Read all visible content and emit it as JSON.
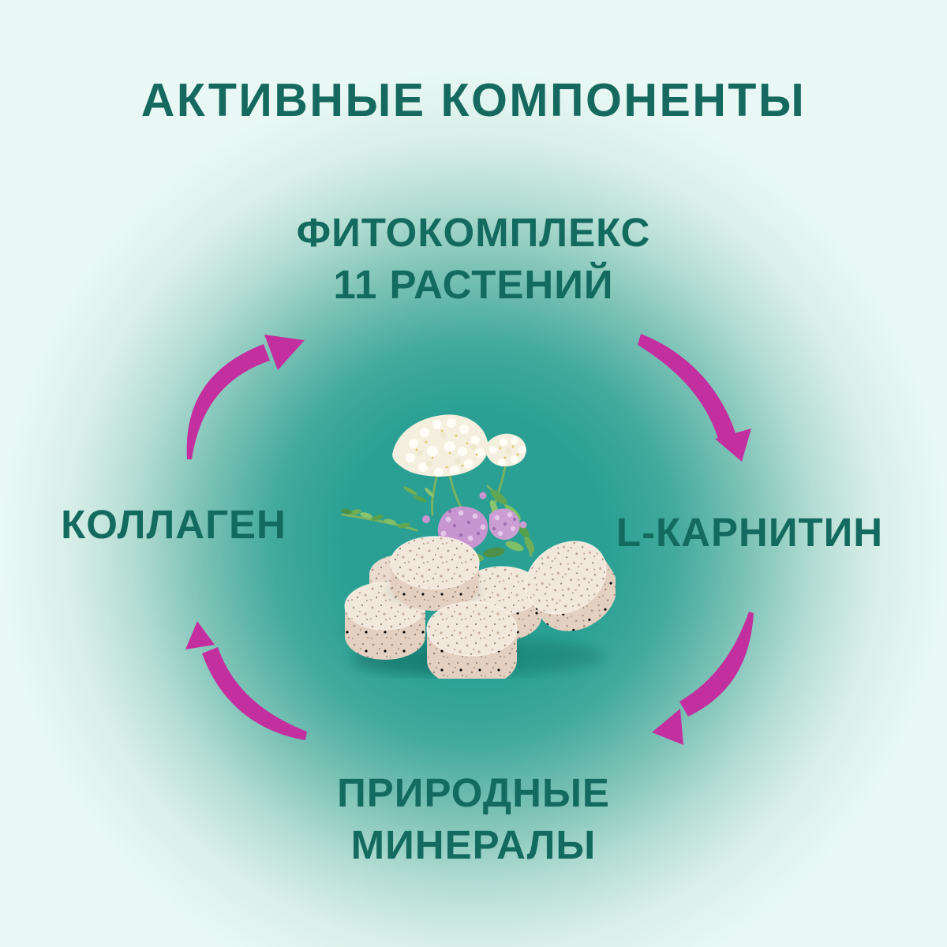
{
  "header": {
    "title": "АКТИВНЫЕ КОМПОНЕНТЫ"
  },
  "components": {
    "top": {
      "line1": "ФИТОКОМПЛЕКС",
      "line2": "11 РАСТЕНИЙ"
    },
    "right": {
      "label": "L-КАРНИТИН"
    },
    "bottom": {
      "line1": "ПРИРОДНЫЕ",
      "line2": "МИНЕРАЛЫ"
    },
    "left": {
      "label": "КОЛЛАГЕН"
    }
  },
  "colors": {
    "text_teal": "#15695e",
    "arrow_magenta": "#c32f9f",
    "glow_teal": "#2aa094",
    "background_mint": "#e9f8f5",
    "tablet_beige": "#f2e7db"
  }
}
